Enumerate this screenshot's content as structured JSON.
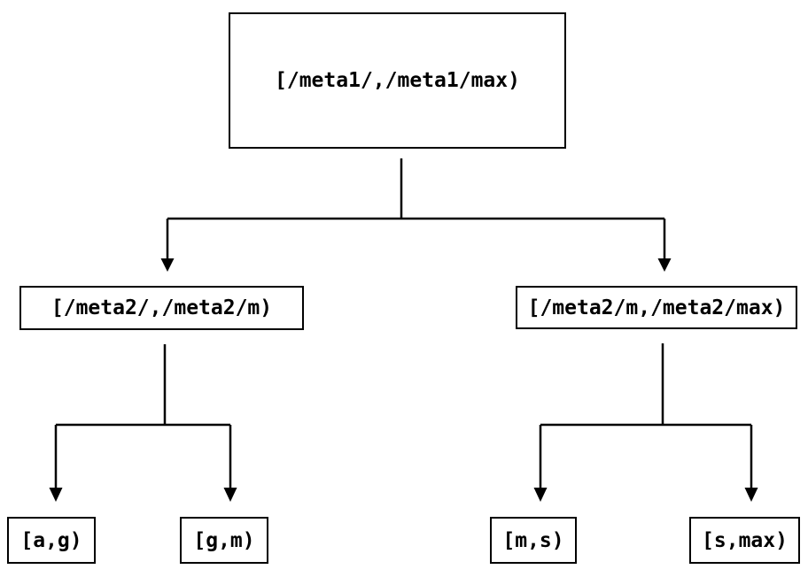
{
  "diagram": {
    "kind": "binary-partition-tree",
    "background_color": "#ffffff",
    "line_color": "#000000",
    "text_color": "#000000",
    "nodes": {
      "root": {
        "label": "[/meta1/,/meta1/max)"
      },
      "left": {
        "label": "[/meta2/,/meta2/m)"
      },
      "right": {
        "label": "[/meta2/m,/meta2/max)"
      },
      "leaf_ag": {
        "label": "[a,g)"
      },
      "leaf_gm": {
        "label": "[g,m)"
      },
      "leaf_ms": {
        "label": "[m,s)"
      },
      "leaf_smax": {
        "label": "[s,max)"
      }
    },
    "edges": [
      {
        "from": "root",
        "to": "left"
      },
      {
        "from": "root",
        "to": "right"
      },
      {
        "from": "left",
        "to": "leaf_ag"
      },
      {
        "from": "left",
        "to": "leaf_gm"
      },
      {
        "from": "right",
        "to": "leaf_ms"
      },
      {
        "from": "right",
        "to": "leaf_smax"
      }
    ]
  }
}
